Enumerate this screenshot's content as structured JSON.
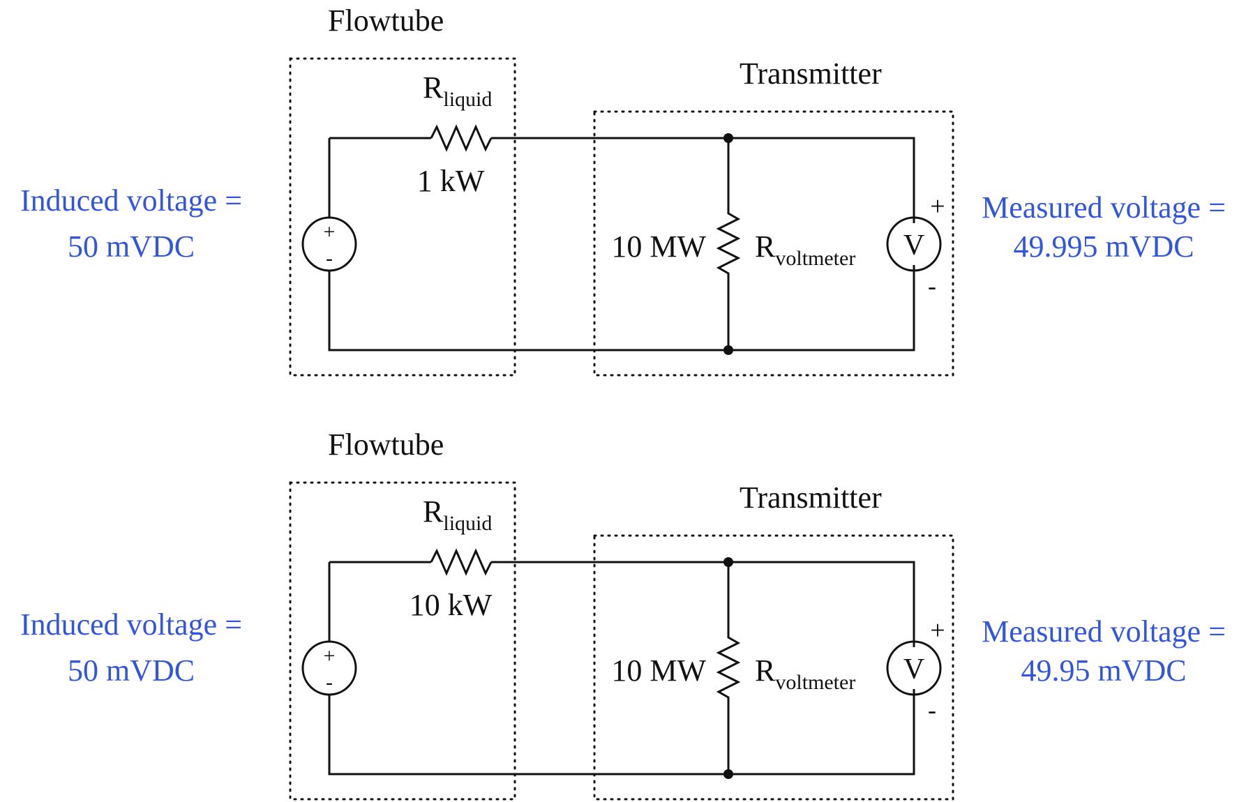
{
  "colors": {
    "annotation": "#3355dd",
    "line": "#111111"
  },
  "circuits": [
    {
      "flowtube_label": "Flowtube",
      "transmitter_label": "Transmitter",
      "r_liquid_main": "R",
      "r_liquid_sub": "liquid",
      "r_liquid_value": "1 kW",
      "r_voltmeter_main": "R",
      "r_voltmeter_sub": "voltmeter",
      "r_voltmeter_value": "10 MW",
      "source_plus": "+",
      "source_minus": "-",
      "meter_symbol": "V",
      "meter_plus": "+",
      "meter_minus": "-",
      "induced_line1": "Induced voltage =",
      "induced_line2": "50 mVDC",
      "measured_line1": "Measured voltage =",
      "measured_line2": "49.995 mVDC"
    },
    {
      "flowtube_label": "Flowtube",
      "transmitter_label": "Transmitter",
      "r_liquid_main": "R",
      "r_liquid_sub": "liquid",
      "r_liquid_value": "10 kW",
      "r_voltmeter_main": "R",
      "r_voltmeter_sub": "voltmeter",
      "r_voltmeter_value": "10 MW",
      "source_plus": "+",
      "source_minus": "-",
      "meter_symbol": "V",
      "meter_plus": "+",
      "meter_minus": "-",
      "induced_line1": "Induced voltage =",
      "induced_line2": "50 mVDC",
      "measured_line1": "Measured voltage =",
      "measured_line2": "49.95 mVDC"
    }
  ]
}
